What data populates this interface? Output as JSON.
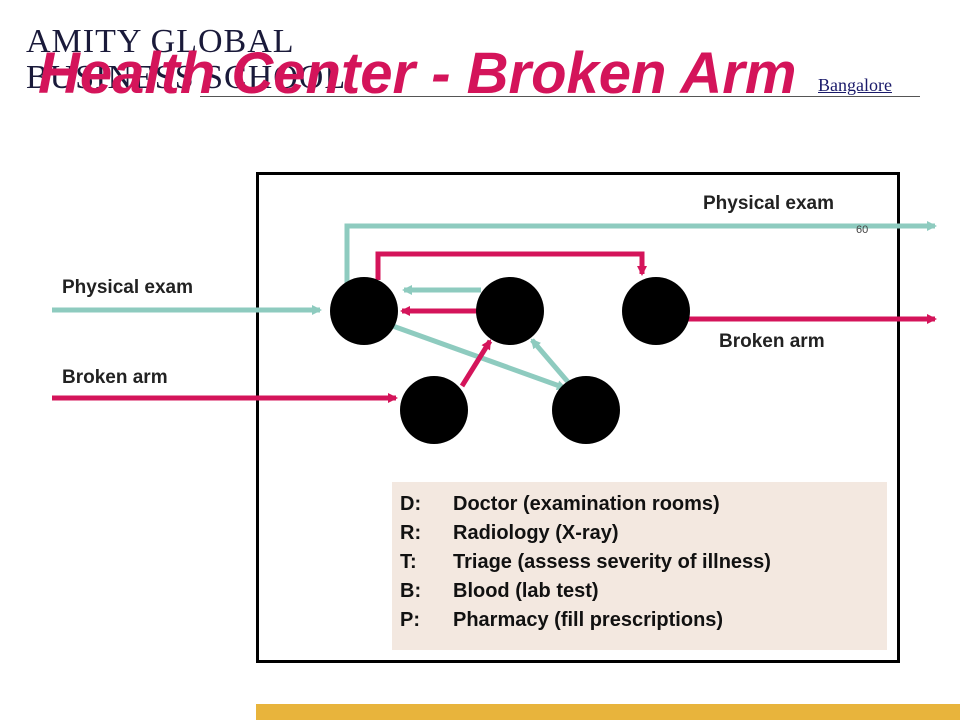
{
  "header": {
    "logo_line1": "AMITY GLOBAL",
    "logo_line2": "BUSINESS SCHOOL",
    "campus": "Bangalore",
    "title": "Health Center - Broken Arm"
  },
  "diagram": {
    "page_number": "60",
    "labels": {
      "physical_exam_in": "Physical exam",
      "broken_arm_in": "Broken arm",
      "physical_exam_out": "Physical exam",
      "broken_arm_out": "Broken arm"
    },
    "colors": {
      "physical_exam": "#8ecbbf",
      "broken_arm": "#d4145a",
      "node": "#000000",
      "title": "#d4145a",
      "legend_bg": "#f3e8e0",
      "footer_bar": "#e8b43c"
    }
  },
  "legend": [
    {
      "code": "D:",
      "text": "Doctor (examination rooms)"
    },
    {
      "code": "R:",
      "text": "Radiology (X-ray)"
    },
    {
      "code": "T:",
      "text": "Triage (assess severity of illness)"
    },
    {
      "code": "B:",
      "text": "Blood (lab test)"
    },
    {
      "code": "P:",
      "text": "Pharmacy (fill prescriptions)"
    }
  ]
}
